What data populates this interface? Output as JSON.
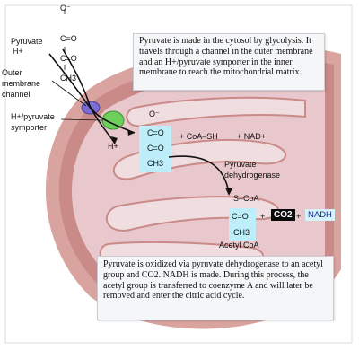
{
  "labels": {
    "pyruvate": "Pyruvate",
    "h_plus_top": "H+",
    "outer_membrane_channel": [
      "Outer",
      "membrane",
      "channel"
    ],
    "symporter": [
      "H+/pyruvate",
      "symporter"
    ],
    "h_plus_bottom": "H+",
    "coa_sh": "+ CoA–SH",
    "plus_nad": "+    NAD+",
    "enzyme": [
      "Pyruvate",
      "dehydrogenase"
    ],
    "acetyl_coa": "Acetyl CoA",
    "co2": "CO2",
    "nadh": "NADH",
    "plus1": "+",
    "plus2": "+"
  },
  "molecules": {
    "pyruvate_top": [
      "O⁻",
      "C=O",
      "C=O",
      "CH3"
    ],
    "pyruvate_matrix": [
      "O⁻",
      "C=O",
      "C=O",
      "CH3"
    ],
    "acetyl_coa": [
      "S–CoA",
      "C=O",
      "CH3"
    ]
  },
  "captions": {
    "top": "Pyruvate is made in the cytosol by glycolysis. It travels through a channel in the outer membrane and an H+/pyruvate symporter in the inner membrane to reach the mitochondrial matrix.",
    "bottom": "Pyruvate is oxidized via pyruvate dehydrogenase to an acetyl group and CO2. NADH is made. During this process, the acetyl group is transferred to coenzyme A and will later be removed and enter the citric acid cycle."
  },
  "colors": {
    "outer_membrane": "#d9a3a0",
    "matrix": "#e8c8cc",
    "cristae": "#f0dde0",
    "highlight": "#bdeefa",
    "symporter": "#6ecf5a",
    "channel": "#7a6fd1"
  }
}
